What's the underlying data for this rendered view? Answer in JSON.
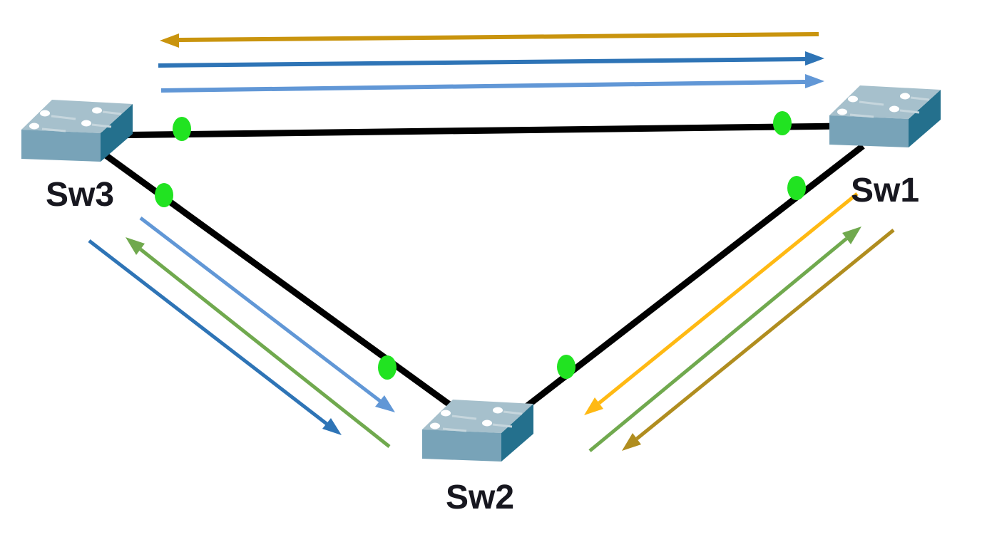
{
  "diagram_type": "network-topology",
  "nodes": {
    "sw1": {
      "label": "Sw1",
      "type": "switch"
    },
    "sw2": {
      "label": "Sw2",
      "type": "switch"
    },
    "sw3": {
      "label": "Sw3",
      "type": "switch"
    }
  },
  "links": [
    {
      "id": "sw3-sw1",
      "from": "sw3",
      "to": "sw1",
      "port_status_markers": 2,
      "status": "up"
    },
    {
      "id": "sw3-sw2",
      "from": "sw3",
      "to": "sw2",
      "port_status_markers": 2,
      "status": "up"
    },
    {
      "id": "sw1-sw2",
      "from": "sw1",
      "to": "sw2",
      "port_status_markers": 2,
      "status": "up"
    }
  ],
  "flows": {
    "top_toward_sw3": {
      "link": "sw3-sw1",
      "to": "sw3",
      "color": "#C9940E"
    },
    "top_toward_sw1_a": {
      "link": "sw3-sw1",
      "to": "sw1",
      "color": "#2E74B6"
    },
    "top_toward_sw1_b": {
      "link": "sw3-sw1",
      "to": "sw1",
      "color": "#6197D6"
    },
    "left_toward_sw2_a": {
      "link": "sw3-sw2",
      "to": "sw2",
      "color": "#6197D6"
    },
    "left_toward_sw3": {
      "link": "sw3-sw2",
      "to": "sw3",
      "color": "#70A94E"
    },
    "left_toward_sw2_b": {
      "link": "sw3-sw2",
      "to": "sw2",
      "color": "#2E74B6"
    },
    "right_toward_sw2_a": {
      "link": "sw1-sw2",
      "to": "sw2",
      "color": "#FFB913"
    },
    "right_toward_sw1": {
      "link": "sw1-sw2",
      "to": "sw1",
      "color": "#70A94E"
    },
    "right_toward_sw2_b": {
      "link": "sw1-sw2",
      "to": "sw2",
      "color": "#B08D1F"
    }
  },
  "colors": {
    "background": "#FFFFFF",
    "link": "#000000",
    "port_up": "#21E321",
    "switch_top": "#A6C0CC",
    "switch_front": "#78A3B8",
    "switch_side": "#24708D",
    "switch_glyph": "#FFFFFF",
    "switch_glyph_dash": "#C6D6DD",
    "label_text": "#17171F"
  }
}
